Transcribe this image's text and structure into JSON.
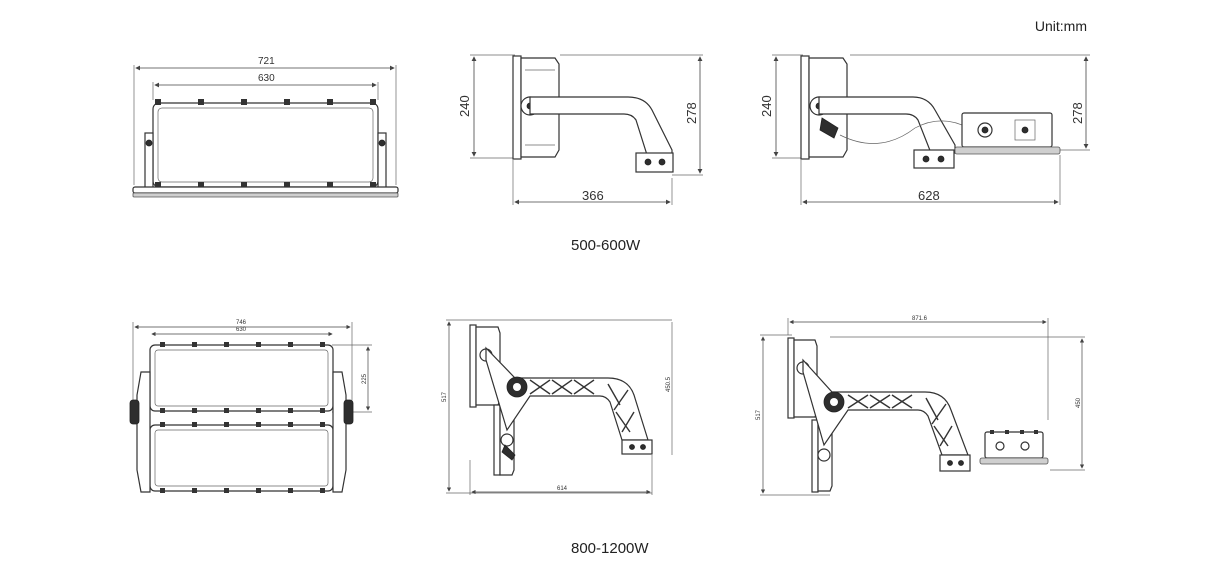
{
  "unit_label": "Unit:mm",
  "captions": {
    "row1": "500-600W",
    "row2": "800-1200W"
  },
  "row1": {
    "front": {
      "overall_width": "721",
      "inner_width": "630"
    },
    "side": {
      "height_left": "240",
      "height_right": "278",
      "depth": "366"
    },
    "side_driver": {
      "height_left": "240",
      "height_right": "278",
      "depth": "628"
    }
  },
  "row2": {
    "front": {
      "overall_width": "746",
      "inner_width": "630",
      "module_height": "225"
    },
    "side": {
      "height_left": "517",
      "height_right": "450.5",
      "depth": "614"
    },
    "side_driver": {
      "width_top": "871.6",
      "height_left": "517",
      "height_right": "450"
    }
  }
}
